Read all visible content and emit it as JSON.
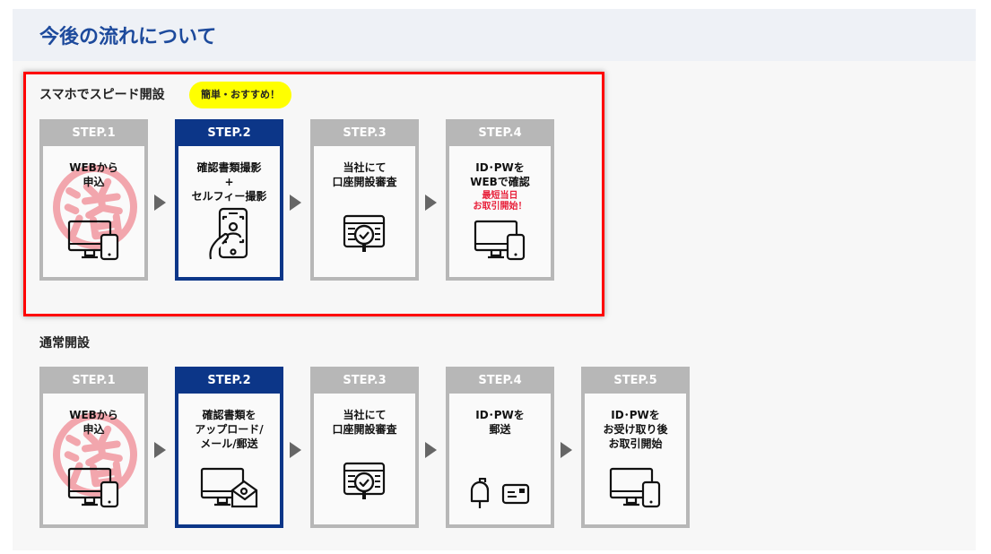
{
  "header": {
    "title": "今後の流れについて"
  },
  "speed": {
    "title": "スマホでスピード開設",
    "badge": "簡単・おすすめ！",
    "steps": [
      {
        "label": "STEP.1",
        "text": "WEBから\n申込",
        "icon": "monitor-phone",
        "stamp": "済",
        "active": false
      },
      {
        "label": "STEP.2",
        "text": "確認書類撮影\n+\nセルフィー撮影",
        "icon": "phone-selfie",
        "active": true
      },
      {
        "label": "STEP.3",
        "text": "当社にて\n口座開設審査",
        "icon": "review",
        "active": false
      },
      {
        "label": "STEP.4",
        "text": "ID･PWを\nWEBで確認",
        "note": "最短当日\nお取引開始！",
        "icon": "monitor-phone",
        "active": false
      }
    ]
  },
  "normal": {
    "title": "通常開設",
    "steps": [
      {
        "label": "STEP.1",
        "text": "WEBから\n申込",
        "icon": "monitor-phone",
        "stamp": "済",
        "active": false
      },
      {
        "label": "STEP.2",
        "text": "確認書類を\nアップロード/\nメール/郵送",
        "icon": "monitor-mail",
        "active": true
      },
      {
        "label": "STEP.3",
        "text": "当社にて\n口座開設審査",
        "icon": "review",
        "active": false
      },
      {
        "label": "STEP.4",
        "text": "ID･PWを\n郵送",
        "icon": "mailbox-card",
        "active": false
      },
      {
        "label": "STEP.5",
        "text": "ID･PWを\nお受け取り後\nお取引開始",
        "icon": "monitor-phone",
        "active": false
      }
    ]
  },
  "colors": {
    "accent": "#0c3688",
    "title": "#1d4a9c",
    "highlight": "#e8203a",
    "badge": "#ffff00"
  }
}
